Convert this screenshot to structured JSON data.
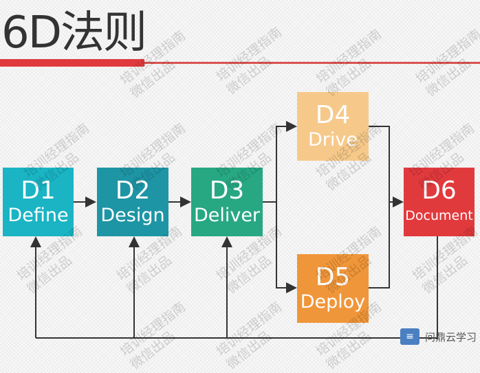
{
  "title": "6D法则",
  "steps": [
    {
      "code": "D1",
      "label": "Define",
      "color": "#1ab4c4"
    },
    {
      "code": "D2",
      "label": "Design",
      "color": "#1e95a5"
    },
    {
      "code": "D3",
      "label": "Deliver",
      "color": "#27a883"
    },
    {
      "code": "D4",
      "label": "Drive",
      "color": "#f6c98a"
    },
    {
      "code": "D5",
      "label": "Deploy",
      "color": "#f0963a"
    },
    {
      "code": "D6",
      "label": "Document",
      "color": "#e13a3d"
    }
  ],
  "watermark": {
    "line1": "培训经理指南",
    "line2": "微信出品"
  },
  "brand": {
    "logo": "≡",
    "text": "问鼎云学习"
  }
}
